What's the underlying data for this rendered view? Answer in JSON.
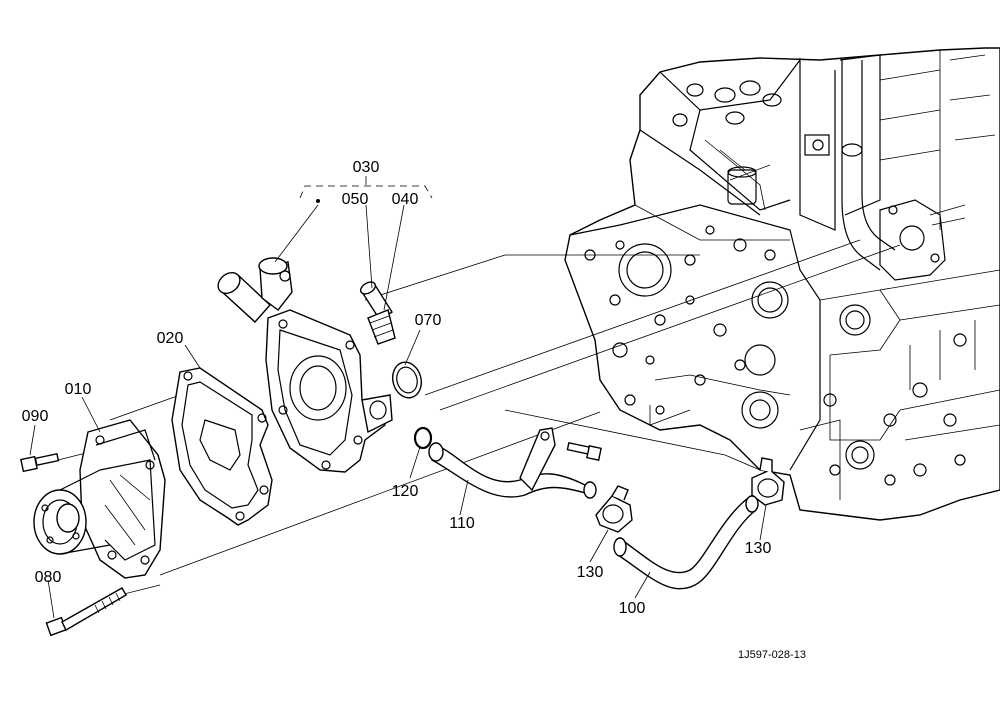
{
  "diagram": {
    "code": "1J597-028-13",
    "callouts": {
      "p030": "030",
      "p050": "050",
      "p040": "040",
      "p070": "070",
      "p020": "020",
      "p010": "010",
      "p090": "090",
      "p080": "080",
      "p120": "120",
      "p110": "110",
      "p130a": "130",
      "p130b": "130",
      "p100": "100"
    }
  }
}
